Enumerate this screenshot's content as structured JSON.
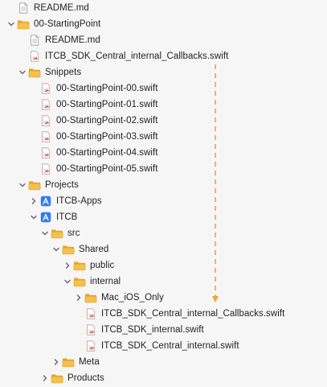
{
  "colors": {
    "folder_tab": "#e7a52a",
    "folder_body": "#f6c04c",
    "folder_edge": "#d99a23",
    "swift": "#ef5138",
    "app_blue": "#2f7cf6",
    "arrow": "#f0a53a"
  },
  "items": [
    {
      "label": "README.md",
      "icon": "document-icon",
      "chevron": "none"
    },
    {
      "label": "00-StartingPoint",
      "icon": "folder-icon",
      "chevron": "chevron-down-icon"
    },
    {
      "label": "README.md",
      "icon": "document-icon",
      "chevron": "none"
    },
    {
      "label": "ITCB_SDK_Central_internal_Callbacks.swift",
      "icon": "swift-file-icon",
      "chevron": "none"
    },
    {
      "label": "Snippets",
      "icon": "folder-icon",
      "chevron": "chevron-down-icon"
    },
    {
      "label": "00-StartingPoint-00.swift",
      "icon": "swift-file-icon",
      "chevron": "none"
    },
    {
      "label": "00-StartingPoint-01.swift",
      "icon": "swift-file-icon",
      "chevron": "none"
    },
    {
      "label": "00-StartingPoint-02.swift",
      "icon": "swift-file-icon",
      "chevron": "none"
    },
    {
      "label": "00-StartingPoint-03.swift",
      "icon": "swift-file-icon",
      "chevron": "none"
    },
    {
      "label": "00-StartingPoint-04.swift",
      "icon": "swift-file-icon",
      "chevron": "none"
    },
    {
      "label": "00-StartingPoint-05.swift",
      "icon": "swift-file-icon",
      "chevron": "none"
    },
    {
      "label": "Projects",
      "icon": "folder-icon",
      "chevron": "chevron-down-icon"
    },
    {
      "label": "ITCB-Apps",
      "icon": "app-project-icon",
      "chevron": "chevron-right-icon"
    },
    {
      "label": "ITCB",
      "icon": "app-project-icon",
      "chevron": "chevron-down-icon"
    },
    {
      "label": "src",
      "icon": "folder-icon",
      "chevron": "chevron-down-icon"
    },
    {
      "label": "Shared",
      "icon": "folder-icon",
      "chevron": "chevron-down-icon"
    },
    {
      "label": "public",
      "icon": "folder-icon",
      "chevron": "chevron-right-icon"
    },
    {
      "label": "internal",
      "icon": "folder-icon",
      "chevron": "chevron-down-icon"
    },
    {
      "label": "Mac_iOS_Only",
      "icon": "folder-icon",
      "chevron": "chevron-right-icon"
    },
    {
      "label": "ITCB_SDK_Central_internal_Callbacks.swift",
      "icon": "swift-file-icon",
      "chevron": "none"
    },
    {
      "label": "ITCB_SDK_internal.swift",
      "icon": "swift-file-icon",
      "chevron": "none"
    },
    {
      "label": "ITCB_SDK_Central_internal.swift",
      "icon": "swift-file-icon",
      "chevron": "none"
    },
    {
      "label": "Meta",
      "icon": "folder-icon",
      "chevron": "chevron-right-icon"
    },
    {
      "label": "Products",
      "icon": "folder-icon",
      "chevron": "chevron-right-icon"
    }
  ]
}
